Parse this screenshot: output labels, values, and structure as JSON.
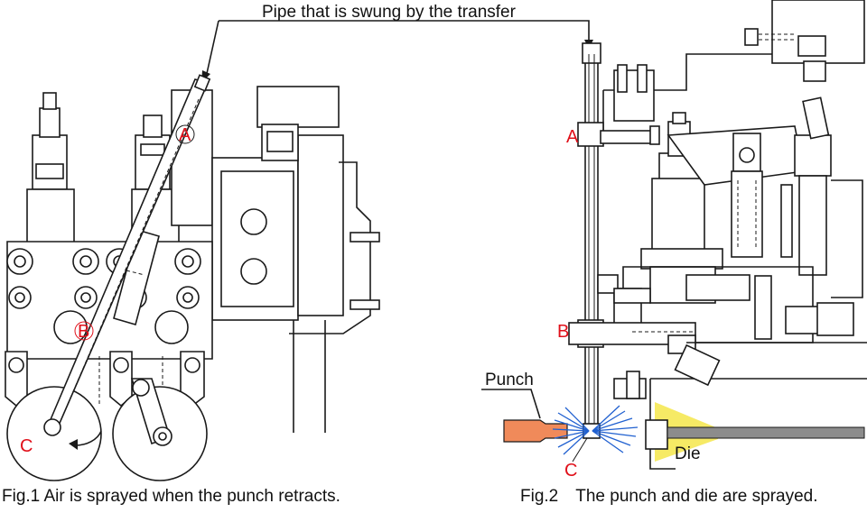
{
  "callout": {
    "text": "Pipe that is swung by the transfer"
  },
  "fig1": {
    "caption": "Fig.1 Air is sprayed when the punch retracts.",
    "points": {
      "a": "A",
      "b": "B",
      "c": "C"
    }
  },
  "fig2": {
    "caption": "Fig.2 The punch and die are sprayed.",
    "points": {
      "a": "A",
      "b": "B",
      "c": "C"
    },
    "labels": {
      "punch": "Punch",
      "die": "Die"
    }
  },
  "colors": {
    "accent_red": "#e0101a",
    "punch_orange": "#f08a5a",
    "spray_blue": "#2060d0",
    "die_glow_yellow": "#f5e64a",
    "die_bar_gray": "#8c8c8c"
  }
}
